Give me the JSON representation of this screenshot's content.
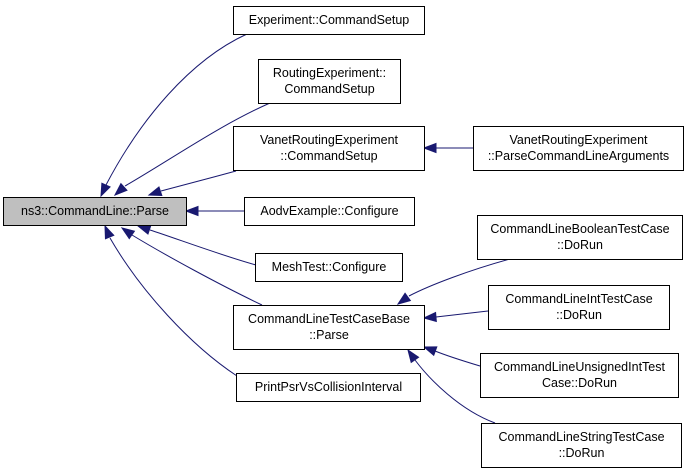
{
  "graph": {
    "nodes": [
      {
        "id": "root",
        "lines": [
          "ns3::CommandLine::Parse"
        ],
        "highlight": true
      },
      {
        "id": "exp",
        "lines": [
          "Experiment::CommandSetup"
        ]
      },
      {
        "id": "rexp",
        "lines": [
          "RoutingExperiment::",
          "CommandSetup"
        ]
      },
      {
        "id": "vexp",
        "lines": [
          "VanetRoutingExperiment",
          "::CommandSetup"
        ]
      },
      {
        "id": "vparse",
        "lines": [
          "VanetRoutingExperiment",
          "::ParseCommandLineArguments"
        ]
      },
      {
        "id": "aodv",
        "lines": [
          "AodvExample::Configure"
        ]
      },
      {
        "id": "mesh",
        "lines": [
          "MeshTest::Configure"
        ]
      },
      {
        "id": "tcb",
        "lines": [
          "CommandLineTestCaseBase",
          "::Parse"
        ]
      },
      {
        "id": "print",
        "lines": [
          "PrintPsrVsCollisionInterval"
        ]
      },
      {
        "id": "bool",
        "lines": [
          "CommandLineBooleanTestCase",
          "::DoRun"
        ]
      },
      {
        "id": "int",
        "lines": [
          "CommandLineIntTestCase",
          "::DoRun"
        ]
      },
      {
        "id": "uint",
        "lines": [
          "CommandLineUnsignedIntTest",
          "Case::DoRun"
        ]
      },
      {
        "id": "str",
        "lines": [
          "CommandLineStringTestCase",
          "::DoRun"
        ]
      }
    ],
    "edges": [
      {
        "from": "exp",
        "to": "root"
      },
      {
        "from": "rexp",
        "to": "root"
      },
      {
        "from": "vexp",
        "to": "root"
      },
      {
        "from": "aodv",
        "to": "root"
      },
      {
        "from": "mesh",
        "to": "root"
      },
      {
        "from": "tcb",
        "to": "root"
      },
      {
        "from": "print",
        "to": "root"
      },
      {
        "from": "vparse",
        "to": "vexp"
      },
      {
        "from": "bool",
        "to": "tcb"
      },
      {
        "from": "int",
        "to": "tcb"
      },
      {
        "from": "uint",
        "to": "tcb"
      },
      {
        "from": "str",
        "to": "tcb"
      }
    ],
    "colors": {
      "edge": "#191970",
      "node_fill": "#ffffff",
      "highlight_fill": "#bfbfbf",
      "border": "#000000"
    }
  }
}
